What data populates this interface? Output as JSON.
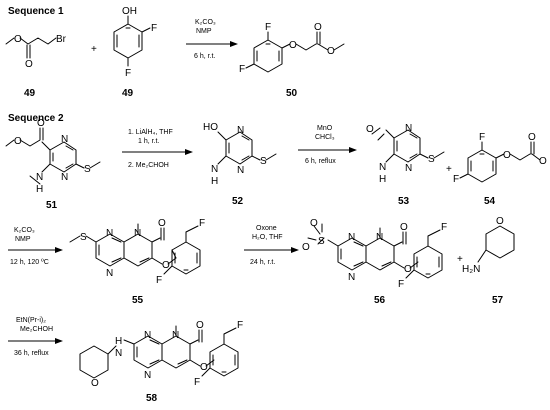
{
  "sequence1": {
    "label": "Sequence 1",
    "compounds": {
      "bromoacetate": "49",
      "difluorophenol": "49",
      "product": "50"
    },
    "conditions": {
      "line1": "K₂CO₃",
      "line2": "NMP",
      "line3": "6 h, r.t."
    }
  },
  "sequence2": {
    "label": "Sequence 2",
    "compounds": {
      "c51": "51",
      "c52": "52",
      "c53": "53",
      "c54": "54",
      "c55": "55",
      "c56": "56",
      "c57": "57",
      "c58": "58"
    },
    "step1": {
      "line1": "1. LiAlH₄, THF",
      "line2": "1 h, r.t.",
      "line3": "2. Me₂CHOH"
    },
    "step2": {
      "line1": "MnO",
      "line2": "CHCl₃",
      "line3": "6 h, reflux"
    },
    "step3": {
      "line1": "K₂CO₃",
      "line2": "NMP",
      "line3": "12 h, 120 ºC"
    },
    "step4": {
      "line1": "Oxone",
      "line2": "H₂O, THF",
      "line3": "24 h, r.t."
    },
    "step5": {
      "line1": "EtN(Pr-i)₂",
      "line2": "Me₂CHOH",
      "line3": "36 h, reflux"
    }
  },
  "atoms": {
    "O": "O",
    "Br": "Br",
    "F": "F",
    "OH": "OH",
    "N": "N",
    "S": "S",
    "NH": "NH",
    "H": "H",
    "HO": "HO",
    "H2N": "H₂N"
  },
  "operators": {
    "plus": "+"
  }
}
